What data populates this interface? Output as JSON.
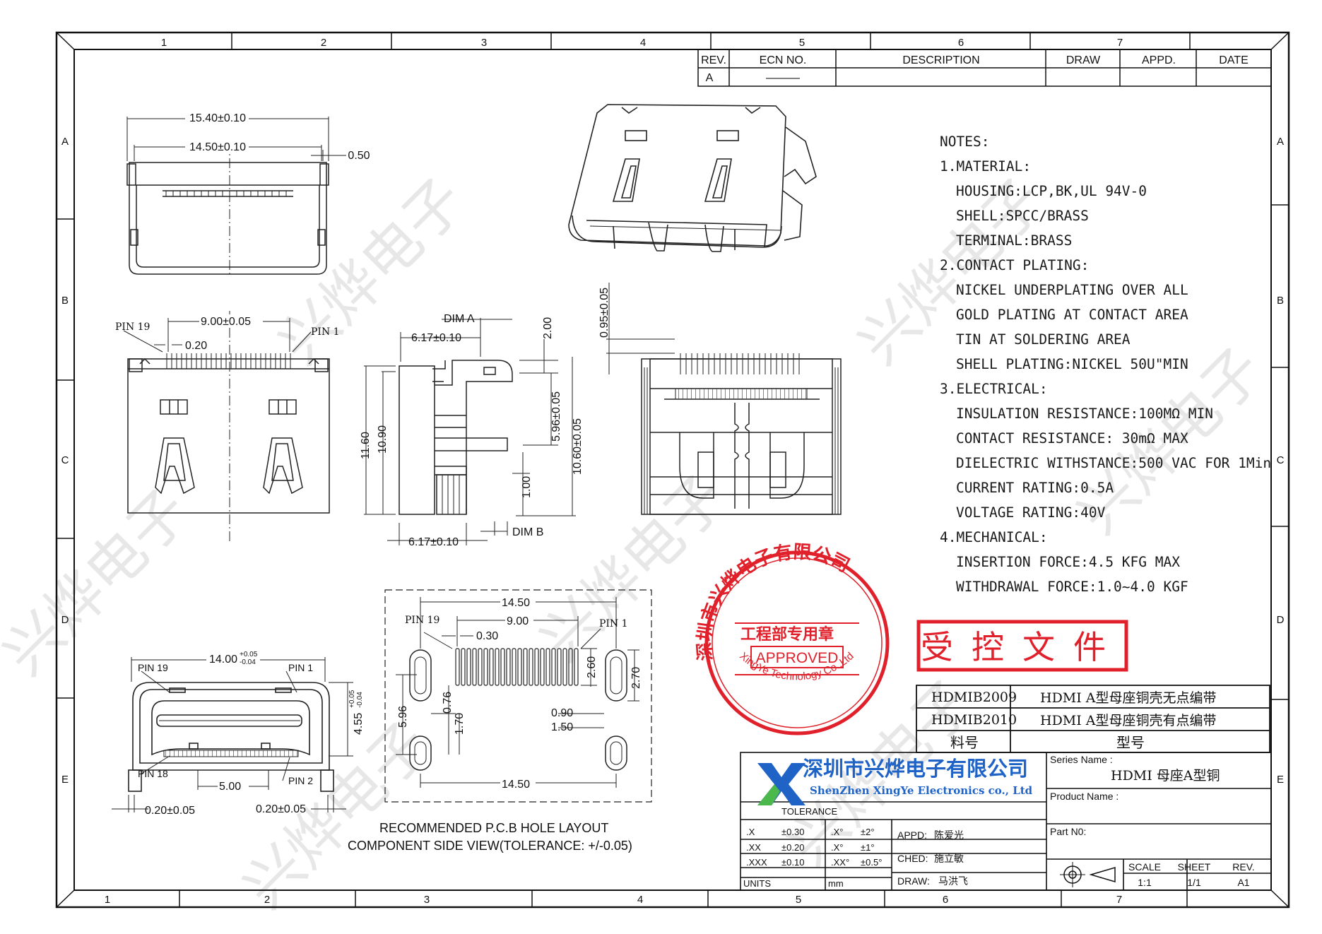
{
  "border": {
    "cols_top": [
      "1",
      "2",
      "3",
      "4",
      "5",
      "6",
      "7"
    ],
    "cols_bottom": [
      "1",
      "2",
      "3",
      "4",
      "5",
      "6",
      "7"
    ],
    "rows_left": [
      "A",
      "B",
      "C",
      "D",
      "E"
    ],
    "rows_right": [
      "A",
      "B",
      "C",
      "D",
      "E"
    ]
  },
  "revision_table": {
    "headers": [
      "REV.",
      "ECN NO.",
      "DESCRIPTION",
      "DRAW",
      "APPD.",
      "DATE"
    ],
    "rows": [
      [
        "A",
        "———",
        "",
        "",
        "",
        ""
      ]
    ]
  },
  "views": {
    "top": {
      "dims": [
        "15.40±0.10",
        "14.50±0.10",
        "0.50"
      ]
    },
    "front": {
      "dims": [
        "9.00±0.05",
        "0.20"
      ],
      "pin_left": "PIN 19",
      "pin_right": "PIN 1"
    },
    "side": {
      "dims": [
        "DIM A",
        "6.17±0.10",
        "2.00",
        "5.96±0.05",
        "10.60±0.05",
        "11.60",
        "10.90",
        "1.00",
        "6.17±0.10",
        "DIM B"
      ]
    },
    "rear": {
      "dims": [
        "0.95±0.05"
      ]
    },
    "end": {
      "dims": [
        "14.00",
        "+0.05",
        "-0.04",
        "4.55",
        "+0.05",
        "-0.04",
        "5.00",
        "0.20±0.05",
        "0.20±0.05"
      ],
      "pins": [
        "PIN 19",
        "PIN 1",
        "PIN 18",
        "PIN 2"
      ]
    },
    "pcb": {
      "dims": [
        "14.50",
        "9.00",
        "0.30",
        "2.60",
        "2.70",
        "5.96",
        "0.76",
        "1.70",
        "0.90",
        "1.50",
        "14.50"
      ],
      "pins": [
        "PIN 19",
        "PIN 1"
      ],
      "caption1": "RECOMMENDED P.C.B HOLE LAYOUT",
      "caption2": "COMPONENT SIDE VIEW(TOLERANCE: +/-0.05)"
    }
  },
  "notes": [
    {
      "text": "NOTES:",
      "cls": ""
    },
    {
      "text": "1.MATERIAL:",
      "cls": ""
    },
    {
      "text": "HOUSING:LCP,BK,UL 94V-0",
      "cls": "ind"
    },
    {
      "text": "SHELL:SPCC/BRASS",
      "cls": "ind"
    },
    {
      "text": "TERMINAL:BRASS",
      "cls": "ind"
    },
    {
      "text": "2.CONTACT PLATING:",
      "cls": ""
    },
    {
      "text": "NICKEL UNDERPLATING OVER ALL",
      "cls": "ind"
    },
    {
      "text": "GOLD PLATING AT CONTACT AREA",
      "cls": "ind"
    },
    {
      "text": "TIN AT SOLDERING AREA",
      "cls": "ind"
    },
    {
      "text": "SHELL PLATING:NICKEL 50U\"MIN",
      "cls": "ind"
    },
    {
      "text": "3.ELECTRICAL:",
      "cls": ""
    },
    {
      "text": "INSULATION RESISTANCE:100MΩ MIN",
      "cls": "ind"
    },
    {
      "text": "CONTACT RESISTANCE: 30mΩ MAX",
      "cls": "ind"
    },
    {
      "text": "DIELECTRIC WITHSTANCE:500 VAC FOR 1Min",
      "cls": "ind"
    },
    {
      "text": "CURRENT RATING:0.5A",
      "cls": "ind"
    },
    {
      "text": "VOLTAGE RATING:40V",
      "cls": "ind"
    },
    {
      "text": "4.MECHANICAL:",
      "cls": ""
    },
    {
      "text": "INSERTION FORCE:4.5 KFG MAX",
      "cls": "ind"
    },
    {
      "text": "WITHDRAWAL FORCE:1.0~4.0 KGF",
      "cls": "ind"
    }
  ],
  "stamp": {
    "ring_text": "深圳市兴烨电子有限公司",
    "ring_en": "XingYe Technology Co.,Ltd",
    "center": "工程部专用章",
    "approved": "APPROVED",
    "color": "#e0202a"
  },
  "controlled": {
    "text": "受控文件",
    "color": "#e0202a"
  },
  "models": {
    "rows": [
      {
        "code": "HDMIB2009",
        "desc": "HDMI A型母座铜壳无点编带"
      },
      {
        "code": "HDMIB2010",
        "desc": "HDMI A型母座铜壳有点编带"
      }
    ],
    "header_code": "料号",
    "header_desc": "型号"
  },
  "company": {
    "name_cn": "深圳市兴烨电子有限公司",
    "name_en": "ShenZhen XingYe Electronics co., Ltd",
    "logo_color": "#1f63c7",
    "logo_accent": "#4bb84b"
  },
  "title_block": {
    "series_label": "Series Name :",
    "series_value": "HDMI 母座A型铜",
    "product_label": "Product Name :",
    "part_label": "Part N0:",
    "tolerance_title": "TOLERANCE",
    "tolerances": [
      [
        ".X",
        "±0.30",
        ".X°",
        "±2°"
      ],
      [
        ".XX",
        "±0.20",
        ".X°",
        "±1°"
      ],
      [
        ".XXX",
        "±0.10",
        ".XX°",
        "±0.5°"
      ]
    ],
    "units_label": "UNITS",
    "units_value": "mm",
    "appd_label": "APPD:",
    "appd_name": "陈爱光",
    "ched_label": "CHED:",
    "ched_name": "施立敏",
    "draw_label": "DRAW:",
    "draw_name": "马洪飞",
    "scale_label": "SCALE",
    "scale_value": "1:1",
    "sheet_label": "SHEET",
    "sheet_value": "1/1",
    "rev_label": "REV.",
    "rev_value": "A1"
  },
  "watermark": "兴烨电子"
}
